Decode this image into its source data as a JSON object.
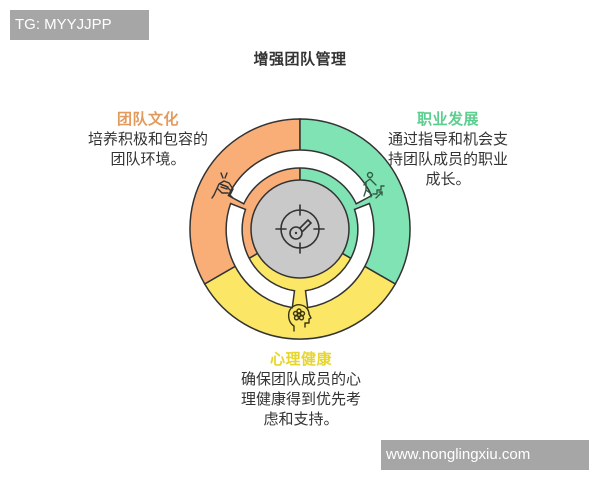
{
  "watermarks": {
    "top_left": "TG: MYYJJPP",
    "bottom_right": "www.nonglingxiu.com"
  },
  "title": "增强团队管理",
  "colors": {
    "culture": "#f9ae78",
    "career": "#80e3b4",
    "mental": "#fbe765",
    "center": "#c9c9c9",
    "outline": "#333333",
    "culture_heading": "#e39a5d",
    "career_heading": "#5ccf8f",
    "mental_heading": "#e7d62c"
  },
  "center": {
    "icon": "target-key-icon"
  },
  "segments": [
    {
      "id": "culture",
      "heading": "团队文化",
      "desc_lines": [
        "培养积极和包容的",
        "团队环境。"
      ],
      "icon": "hands-together-icon"
    },
    {
      "id": "career",
      "heading": "职业发展",
      "desc_lines": [
        "通过指导和机会支",
        "持团队成员的职业",
        "成长。"
      ],
      "icon": "person-climbing-stairs-icon"
    },
    {
      "id": "mental",
      "heading": "心理健康",
      "desc_lines": [
        "确保团队成员的心",
        "理健康得到优先考",
        "虑和支持。"
      ],
      "icon": "head-flower-icon"
    }
  ]
}
